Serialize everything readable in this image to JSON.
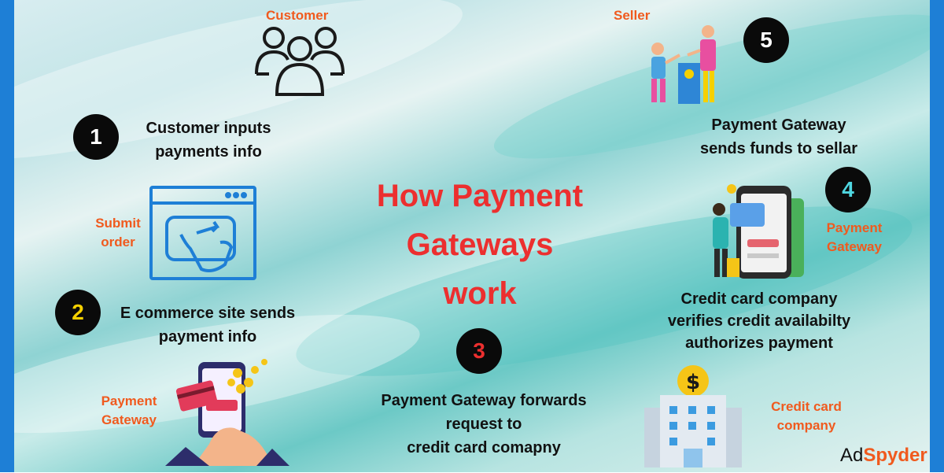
{
  "title_lines": [
    "How Payment",
    "Gateways",
    "work"
  ],
  "labels": {
    "customer": "Customer",
    "seller": "Seller",
    "submit_order": [
      "Submit",
      "order"
    ],
    "payment_gateway_left": [
      "Payment",
      "Gateway"
    ],
    "payment_gateway_right": [
      "Payment",
      "Gateway"
    ],
    "credit_card_company": [
      "Credit card",
      "company"
    ]
  },
  "steps": [
    {
      "number": "1",
      "text": [
        "Customer inputs",
        "payments info"
      ]
    },
    {
      "number": "2",
      "text": [
        "E commerce site sends",
        "payment info"
      ]
    },
    {
      "number": "3",
      "text": [
        "Payment Gateway forwards",
        "request to",
        "credit card comapny"
      ]
    },
    {
      "number": "4",
      "text": [
        "Credit card company",
        "verifies credit availabilty",
        "authorizes payment"
      ]
    },
    {
      "number": "5",
      "text": [
        "Payment Gateway",
        "sends funds to sellar"
      ]
    }
  ],
  "brand": {
    "part1": "Ad",
    "part2": "Spyder"
  },
  "colors": {
    "title": "#ec2f2f",
    "label": "#f05a1e",
    "badge_bg": "#0a0a0a",
    "border": "#1e7fd6",
    "badge1": "#ffffff",
    "badge2": "#f5d000",
    "badge3": "#ec2f2f",
    "badge4": "#4fd6e0",
    "badge5": "#ffffff"
  },
  "icons": [
    "customer-group-icon",
    "seller-scene-icon",
    "submit-order-icon",
    "mobile-payment-icon",
    "card-verify-icon",
    "bank-building-icon"
  ]
}
